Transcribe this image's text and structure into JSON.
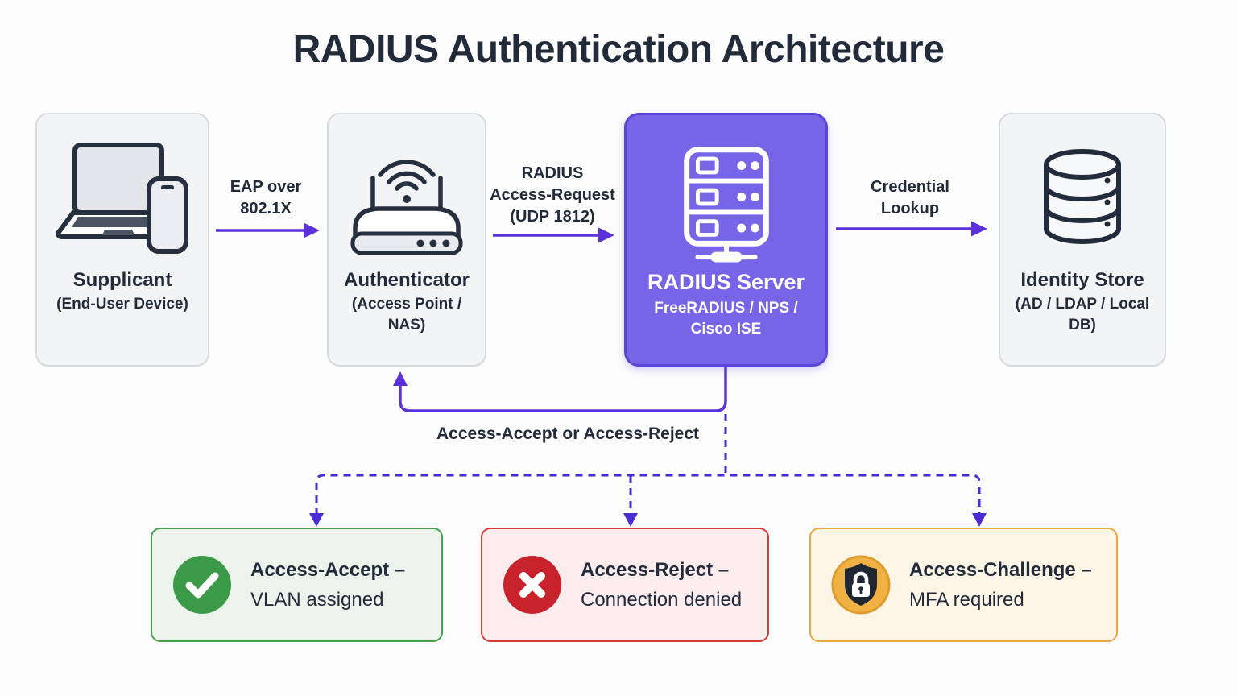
{
  "title": "RADIUS Authentication Architecture",
  "colors": {
    "accent_purple": "#7765e8",
    "purple_border": "#5b45d6",
    "arrow_purple": "#5b32d9",
    "dashed_purple": "#4a2bd4",
    "text_dark": "#222b3a",
    "node_bg": "#f3f4f6",
    "node_border": "#d6d9de",
    "green": "#3b9a47",
    "green_bg": "#ebf3ec",
    "green_border": "#44a04f",
    "red": "#c8232c",
    "red_bg": "#fbecee",
    "red_border": "#d53a3a",
    "gold": "#f0b243",
    "gold_bg": "#fdf6e6",
    "gold_border": "#e8a93c"
  },
  "nodes": {
    "supplicant": {
      "title": "Supplicant",
      "subtitle": "(End-User Device)",
      "icon": "laptop-phone-icon"
    },
    "authenticator": {
      "title": "Authenticator",
      "subtitle": "(Access Point / NAS)",
      "icon": "wireless-router-icon"
    },
    "radius_server": {
      "title": "RADIUS Server",
      "subtitle": "FreeRADIUS / NPS / Cisco ISE",
      "icon": "server-rack-icon"
    },
    "identity_store": {
      "title": "Identity Store",
      "subtitle": "(AD / LDAP / Local DB)",
      "icon": "database-icon"
    }
  },
  "edges": {
    "eap": {
      "line1": "EAP over",
      "line2": "802.1X"
    },
    "access_request": {
      "line1": "RADIUS",
      "line2": "Access-Request",
      "line3": "(UDP 1812)"
    },
    "credential_lookup": {
      "line1": "Credential",
      "line2": "Lookup"
    },
    "response": {
      "label": "Access-Accept or Access-Reject"
    }
  },
  "outcomes": [
    {
      "title": "Access-Accept –",
      "subtitle": "VLAN assigned",
      "icon": "check-circle-icon"
    },
    {
      "title": "Access-Reject –",
      "subtitle": "Connection denied",
      "icon": "x-circle-icon"
    },
    {
      "title": "Access-Challenge –",
      "subtitle": "MFA required",
      "icon": "shield-lock-icon"
    }
  ]
}
